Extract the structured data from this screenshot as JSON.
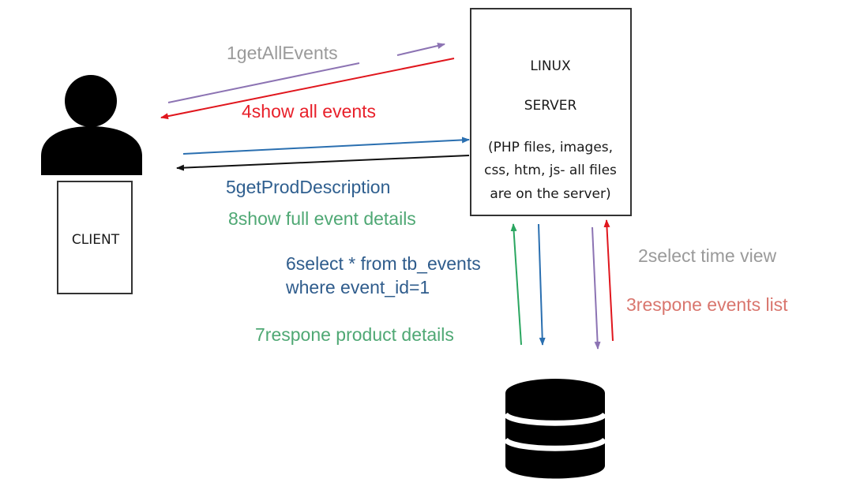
{
  "server": {
    "title_line1": "LINUX",
    "title_line2": "SERVER",
    "desc_line1": "(PHP files, images,",
    "desc_line2": "css, htm, js- all files",
    "desc_line3": "are on the server)"
  },
  "client": {
    "label": "CLIENT"
  },
  "icons": {
    "user": "user-silhouette-icon",
    "database": "database-icon"
  },
  "colors": {
    "purple": "#8c73b3",
    "red": "#e0161d",
    "blue": "#2a6fb0",
    "black": "#111111",
    "green": "#2aa660",
    "gray_text": "#9a9a9a",
    "red_text": "#e8202a",
    "blue_text": "#2f5f8f",
    "green_text": "#4fa874",
    "dark_blue_text": "#2f5c8c",
    "salmon_text": "#d9766e"
  },
  "labels": {
    "step1": "1getAllEvents",
    "step4": "4show all events",
    "step5": "5getProdDescription",
    "step8": "8show full event details",
    "step6_line1": "6select * from tb_events",
    "step6_line2": "where event_id=1",
    "step7": "7respone product details",
    "step2": "2select time view",
    "step3": "3respone events list"
  }
}
